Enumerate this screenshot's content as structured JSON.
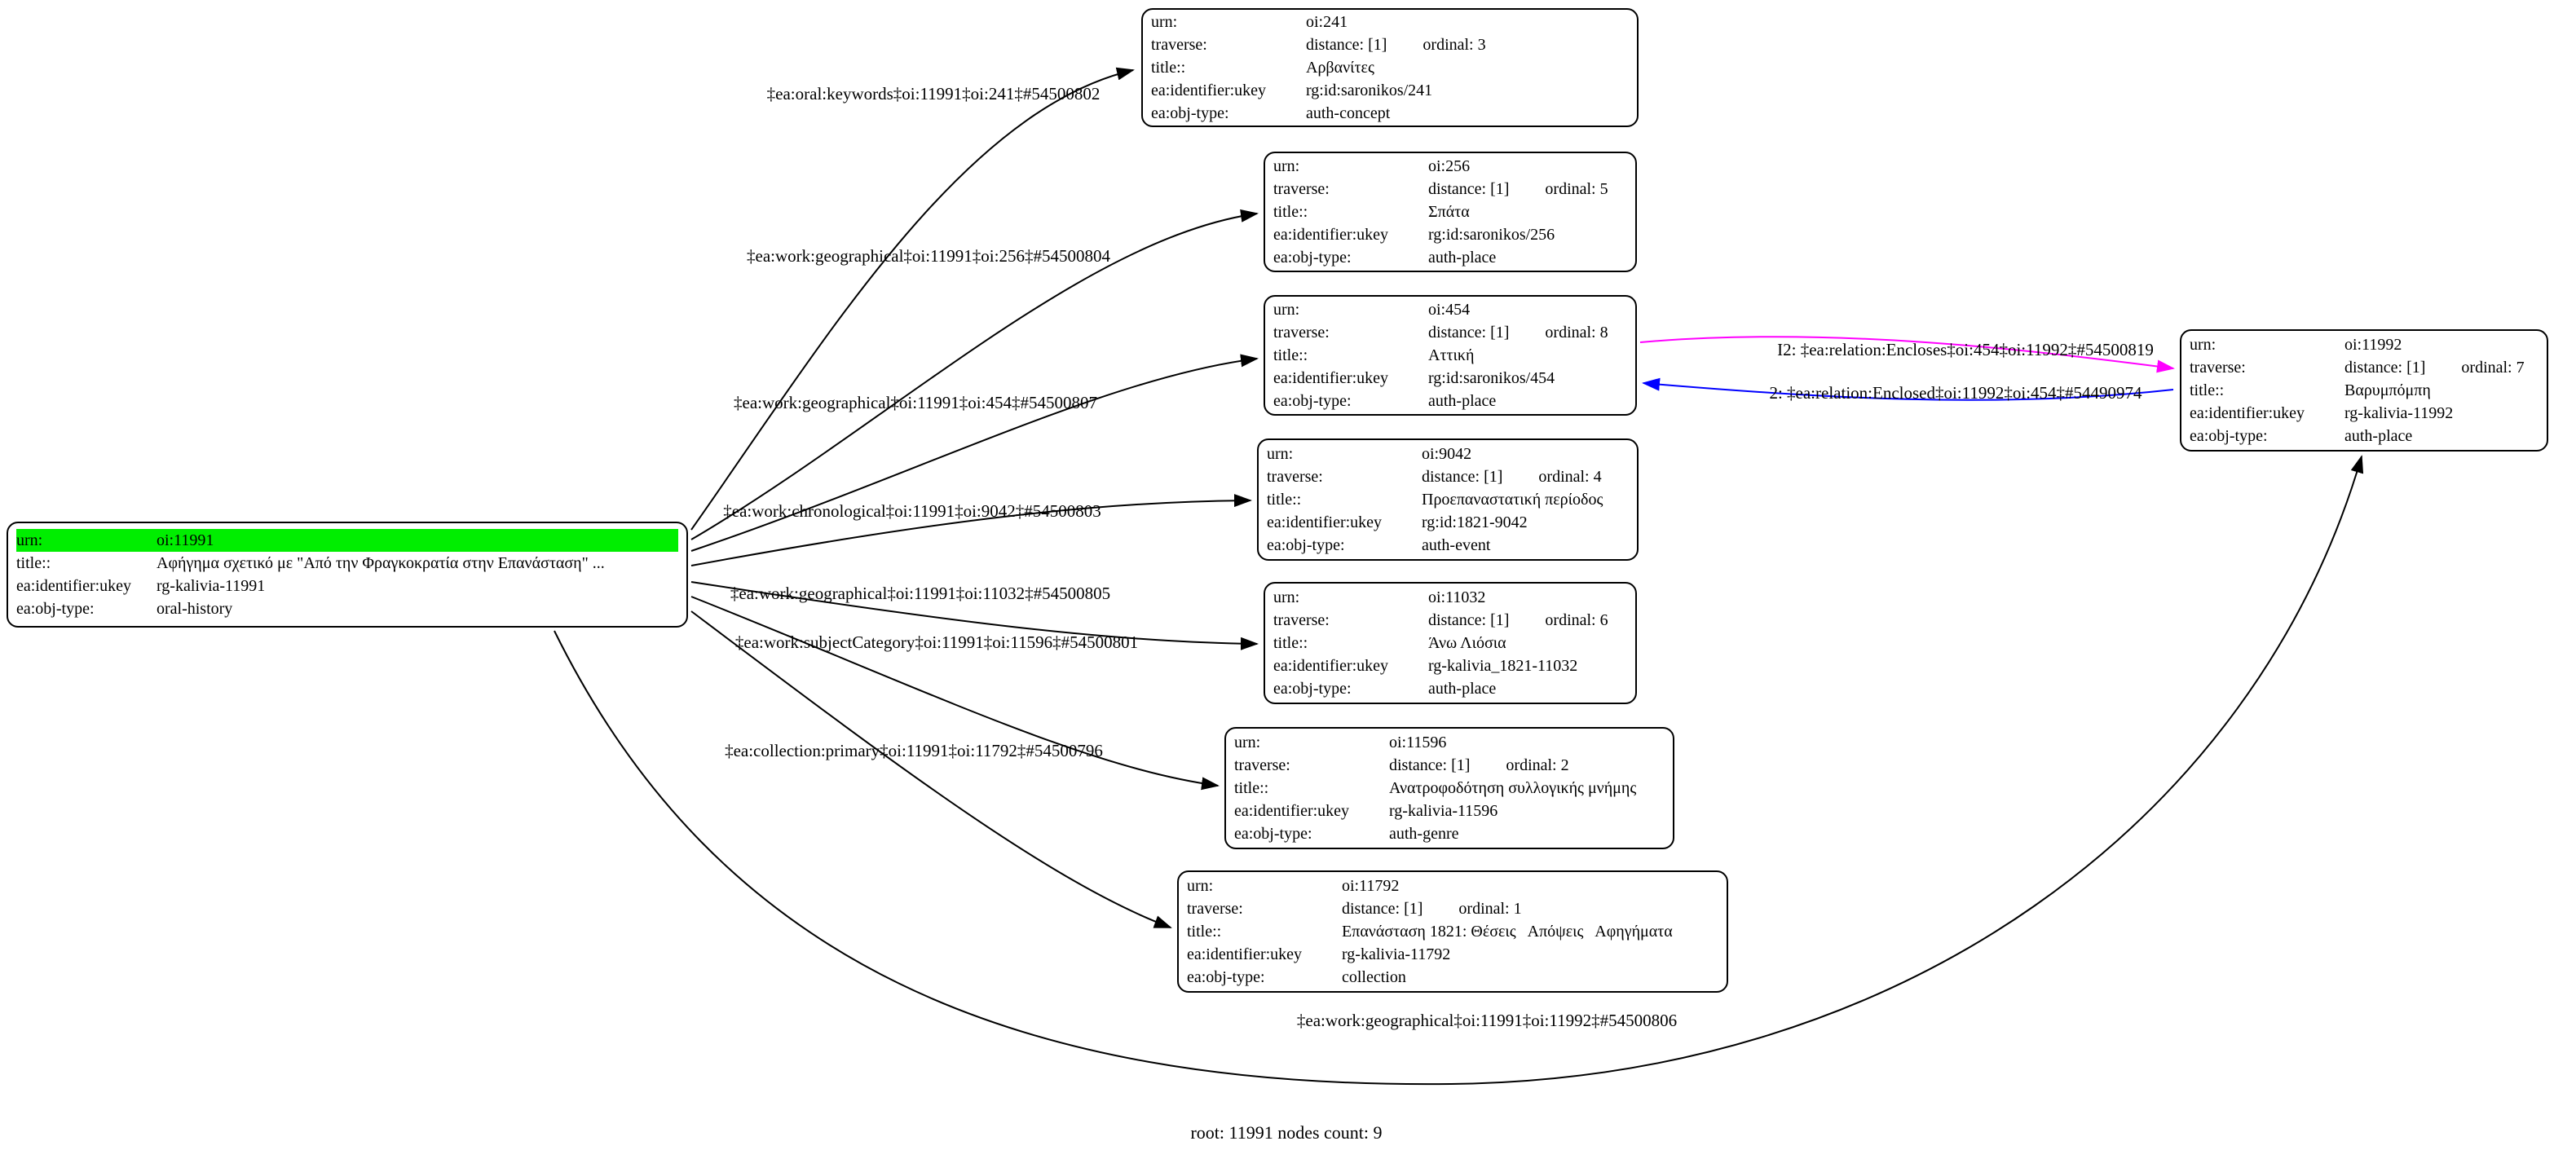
{
  "diagram": {
    "footer": "root: 11991 nodes count: 9",
    "highlight_color": "#00ee00",
    "edge_colors": {
      "default": "#000000",
      "encloses": "#ff00ff",
      "enclosed": "#0000ff"
    }
  },
  "field_labels": {
    "urn": "urn:",
    "traverse": "traverse:",
    "title": "title::",
    "identifier": "ea:identifier:ukey",
    "objtype": "ea:obj-type:"
  },
  "nodes": {
    "root": {
      "urn": "oi:11991",
      "title": "Αφήγημα σχετικό με \"Από την Φραγκοκρατία στην Επανάσταση\" ...",
      "identifier": "rg-kalivia-11991",
      "objtype": "oral-history"
    },
    "n241": {
      "urn": "oi:241",
      "distance": "distance: [1]",
      "ordinal": "ordinal: 3",
      "title": "Αρβανίτες",
      "identifier": "rg:id:saronikos/241",
      "objtype": "auth-concept"
    },
    "n256": {
      "urn": "oi:256",
      "distance": "distance: [1]",
      "ordinal": "ordinal: 5",
      "title": "Σπάτα",
      "identifier": "rg:id:saronikos/256",
      "objtype": "auth-place"
    },
    "n454": {
      "urn": "oi:454",
      "distance": "distance: [1]",
      "ordinal": "ordinal: 8",
      "title": "Αττική",
      "identifier": "rg:id:saronikos/454",
      "objtype": "auth-place"
    },
    "n9042": {
      "urn": "oi:9042",
      "distance": "distance: [1]",
      "ordinal": "ordinal: 4",
      "title": "Προεπαναστατική περίοδος",
      "identifier": "rg:id:1821-9042",
      "objtype": "auth-event"
    },
    "n11032": {
      "urn": "oi:11032",
      "distance": "distance: [1]",
      "ordinal": "ordinal: 6",
      "title": "Άνω Λιόσια",
      "identifier": "rg-kalivia_1821-11032",
      "objtype": "auth-place"
    },
    "n11596": {
      "urn": "oi:11596",
      "distance": "distance: [1]",
      "ordinal": "ordinal: 2",
      "title": "Ανατροφοδότηση συλλογικής μνήμης",
      "identifier": "rg-kalivia-11596",
      "objtype": "auth-genre"
    },
    "n11792": {
      "urn": "oi:11792",
      "distance": "distance: [1]",
      "ordinal": "ordinal: 1",
      "title": "Επανάσταση 1821: Θέσεις   Απόψεις   Αφηγήματα",
      "identifier": "rg-kalivia-11792",
      "objtype": "collection"
    },
    "n11992": {
      "urn": "oi:11992",
      "distance": "distance: [1]",
      "ordinal": "ordinal: 7",
      "title": "Βαρυμπόμπη",
      "identifier": "rg-kalivia-11992",
      "objtype": "auth-place"
    }
  },
  "edges": {
    "oral_keywords_241": {
      "label": "‡ea:oral:keywords‡oi:11991‡oi:241‡#54500802"
    },
    "work_geographical_256": {
      "label": "‡ea:work:geographical‡oi:11991‡oi:256‡#54500804"
    },
    "work_geographical_454": {
      "label": "‡ea:work:geographical‡oi:11991‡oi:454‡#54500807"
    },
    "work_chronological_9042": {
      "label": "‡ea:work:chronological‡oi:11991‡oi:9042‡#54500803"
    },
    "work_geographical_11032": {
      "label": "‡ea:work:geographical‡oi:11991‡oi:11032‡#54500805"
    },
    "work_subject_category_11596": {
      "label": "‡ea:work:subjectCategory‡oi:11991‡oi:11596‡#54500801"
    },
    "collection_primary_11792": {
      "label": "‡ea:collection:primary‡oi:11991‡oi:11792‡#54500796"
    },
    "work_geographical_11992": {
      "label": "‡ea:work:geographical‡oi:11991‡oi:11992‡#54500806"
    },
    "relation_encloses": {
      "label": "I2: ‡ea:relation:Encloses‡oi:454‡oi:11992‡#54500819"
    },
    "relation_enclosed": {
      "label": "2: ‡ea:relation:Enclosed‡oi:11992‡oi:454‡#54490974"
    }
  }
}
